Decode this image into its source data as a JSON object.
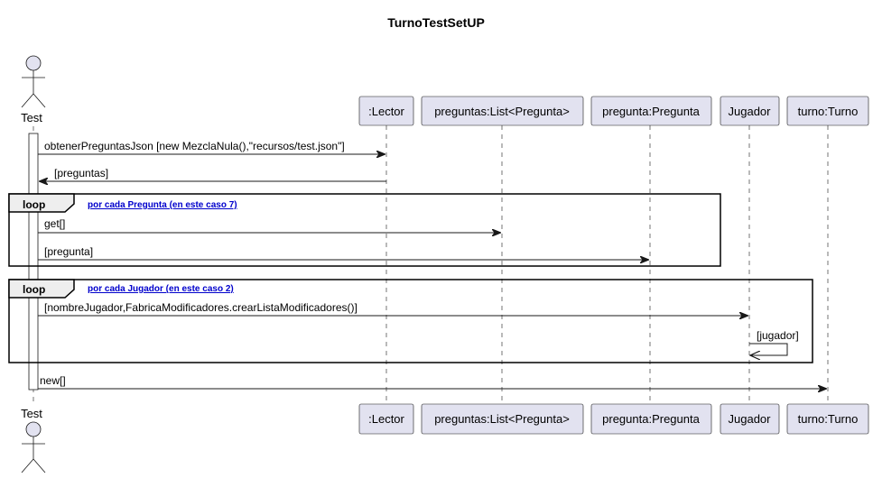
{
  "title": "TurnoTestSetUP",
  "participants": {
    "test": "Test",
    "lector": ":Lector",
    "preguntas": "preguntas:List<Pregunta>",
    "pregunta": "pregunta:Pregunta",
    "jugador": "Jugador",
    "turno": "turno:Turno"
  },
  "messages": {
    "m1": "obtenerPreguntasJson [new MezclaNula(),\"recursos/test.json\"]",
    "m2": "[preguntas]",
    "m3": "get[]",
    "m4": "[pregunta]",
    "m5": "[nombreJugador,FabricaModificadores.crearListaModificadores()]",
    "m6": "[jugador]",
    "m7": "new[]"
  },
  "loops": {
    "l1": {
      "keyword": "loop",
      "condition": "por cada Pregunta (en este caso 7)"
    },
    "l2": {
      "keyword": "loop",
      "condition": "por cada Jugador (en este caso 2)"
    }
  },
  "colors": {
    "participant_fill": "#e2e2f0",
    "line": "#181818",
    "loop_tab": "#eeeeee",
    "condition_link": "#0000cc"
  }
}
